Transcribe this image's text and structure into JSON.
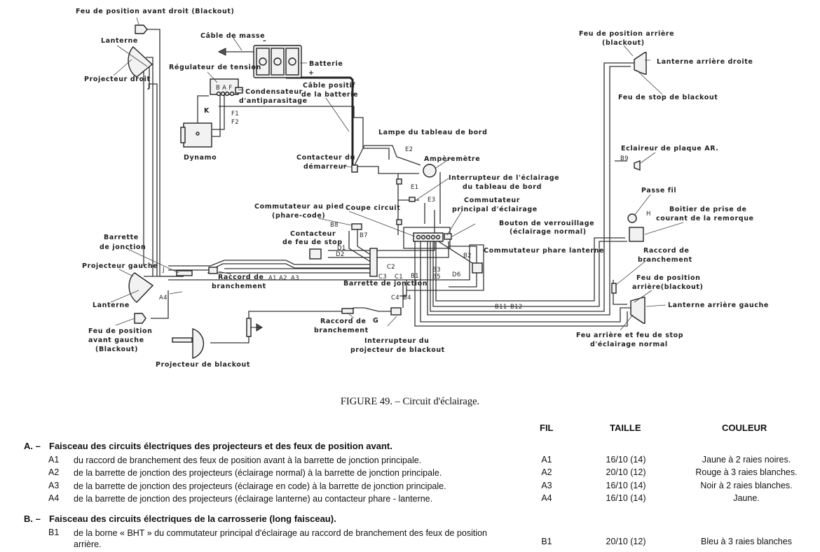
{
  "diagram": {
    "labels": {
      "feu_pos_av_droit": "Feu de position avant droit (Blackout)",
      "lanterne_droite": "Lanterne",
      "projecteur_droit": "Projecteur droit",
      "j_top": "J",
      "cable_masse": "Câble de masse",
      "minus": "–",
      "regulateur": "Régulateur de tension",
      "baf": "B A F",
      "condensateur_1": "Condensateur",
      "condensateur_2": "d'antiparasitage",
      "batterie": "Batterie",
      "plus": "+",
      "cable_positif_1": "Câble positif",
      "cable_positif_2": "de la batterie",
      "k": "K",
      "f1": "F1",
      "f2": "F2",
      "dynamo": "Dynamo",
      "lampe_tableau": "Lampe du tableau de bord",
      "e2": "E2",
      "amperemetre": "Ampèremètre",
      "contacteur_demarreur_1": "Contacteur du",
      "contacteur_demarreur_2": "démarreur",
      "interrupteur_tableau_1": "Interrupteur de l'éclairage",
      "interrupteur_tableau_2": "du tableau de bord",
      "e1": "E1",
      "e3": "E3",
      "commutateur_principal_1": "Commutateur",
      "commutateur_principal_2": "principal d'éclairage",
      "commutateur_pied_1": "Commutateur au pied",
      "commutateur_pied_2": "(phare-code)",
      "coupe_circuit": "Coupe circuit",
      "b8": "B8",
      "b7": "B7",
      "contacteur_stop_1": "Contacteur",
      "contacteur_stop_2": "de feu de stop",
      "bouton_verrouillage_1": "Bouton de verrouillage",
      "bouton_verrouillage_2": "(éclairage normal)",
      "d1": "D1",
      "d2": "D2",
      "b2": "B2",
      "commutateur_phare_lanterne": "Commutateur phare lanterne",
      "barrette_jonction_g_1": "Barrette",
      "barrette_jonction_g_2": "de jonction",
      "projecteur_gauche": "Projecteur gauche",
      "j_left": "J",
      "raccord_branchement_1": "Raccord de",
      "raccord_branchement_2": "branchement",
      "a1": "A1",
      "a2": "A2",
      "a3": "A3",
      "a4": "A4",
      "c2": "C2",
      "c3": "C3",
      "c1": "C1",
      "b1": "B1",
      "b3": "B3",
      "b5": "B5",
      "d6": "D6",
      "barrette_jonction_c": "Barrette de jonction",
      "lanterne_gauche": "Lanterne",
      "c4": "C4",
      "b4": "B4",
      "b11": "B11",
      "b12": "B12",
      "feu_pos_av_gauche_1": "Feu de position",
      "feu_pos_av_gauche_2": "avant gauche",
      "feu_pos_av_gauche_3": "(Blackout)",
      "raccord_g_1": "Raccord de",
      "raccord_g_2": "branchement",
      "g": "G",
      "interrupteur_blackout_1": "Interrupteur du",
      "interrupteur_blackout_2": "projecteur de blackout",
      "projecteur_blackout": "Projecteur de blackout",
      "feu_pos_arr_1": "Feu de position arrière",
      "feu_pos_arr_2": "(blackout)",
      "lanterne_arr_droite": "Lanterne arrière droite",
      "feu_stop_blackout": "Feu de stop de blackout",
      "eclaireur_plaque": "Eclaireur de plaque AR.",
      "b9": "B9",
      "passe_fil": "Passe fil",
      "h": "H",
      "boitier_prise_1": "Boitier de prise de",
      "boitier_prise_2": "courant de la remorque",
      "raccord_arr_1": "Raccord de",
      "raccord_arr_2": "branchement",
      "feu_pos_arr_g_1": "Feu de position",
      "feu_pos_arr_g_2": "arrière(blackout)",
      "lanterne_arr_gauche": "Lanterne arrière gauche",
      "feu_arriere_stop_1": "Feu arrière et feu de stop",
      "feu_arriere_stop_2": "d'éclairage normal"
    }
  },
  "caption": "FIGURE 49. – Circuit d'éclairage.",
  "table": {
    "headers": {
      "fil": "FIL",
      "taille": "TAILLE",
      "couleur": "COULEUR"
    },
    "sections": [
      {
        "label": "A. –",
        "title": "Faisceau des circuits électriques des projecteurs et des feux de position avant.",
        "rows": [
          {
            "code": "A1",
            "desc": "du raccord de branchement des feux de position avant à la barrette de jonction principale.",
            "fil": "A1",
            "taille": "16/10 (14)",
            "couleur": "Jaune à 2 raies noires."
          },
          {
            "code": "A2",
            "desc": "de la barrette de jonction des projecteurs (éclairage normal) à la barrette de jonction principale.",
            "fil": "A2",
            "taille": "20/10 (12)",
            "couleur": "Rouge à 3 raies blanches."
          },
          {
            "code": "A3",
            "desc": "de la barrette de jonction des projecteurs (éclairage en code) à la barrette de jonction principale.",
            "fil": "A3",
            "taille": "16/10 (14)",
            "couleur": "Noir à 2 raies blanches."
          },
          {
            "code": "A4",
            "desc": "de la barrette de jonction des projecteurs (éclairage lanterne) au contacteur phare - lanterne.",
            "fil": "A4",
            "taille": "16/10 (14)",
            "couleur": "Jaune."
          }
        ]
      },
      {
        "label": "B. –",
        "title": "Faisceau des circuits électriques de la carrosserie (long faisceau).",
        "rows": [
          {
            "code": "B1",
            "desc": "de la borne « BHT » du commutateur principal d'éclairage au raccord de branchement des feux de position arrière.",
            "fil": "B1",
            "taille": "20/10 (12)",
            "couleur": "Bleu à 3 raies blanches"
          }
        ]
      }
    ]
  }
}
